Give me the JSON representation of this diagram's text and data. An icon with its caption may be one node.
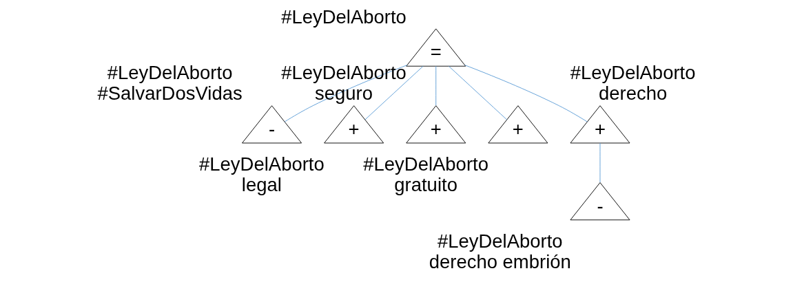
{
  "diagram": {
    "nodes": [
      {
        "text": [
          "="
        ],
        "beside": [
          "#LeyDelAborto"
        ]
      },
      {
        "text": [
          "-"
        ],
        "beside": [
          "#LeyDelAborto #SalvarDosVidas"
        ]
      },
      {
        "text": [
          "+"
        ],
        "beside": [
          "#LeyDelAborto legal"
        ]
      },
      {
        "text": [
          "+"
        ],
        "beside": [
          "#LeyDelAborto seguro"
        ]
      },
      {
        "text": [
          "+"
        ],
        "beside": [
          "#LeyDelAborto gratuito"
        ]
      },
      {
        "text": [
          "+"
        ],
        "beside": [
          "#LeyDelAborto derecho"
        ]
      },
      {
        "text": [
          "-"
        ],
        "beside": [
          "#LeyDelAborto derecho embrión"
        ]
      }
    ],
    "edges": [
      {
        "from": 0,
        "to": 1,
        "arrow": "none"
      },
      {
        "from": 0,
        "to": 2,
        "arrow": "none"
      },
      {
        "from": 0,
        "to": 3,
        "arrow": "none"
      },
      {
        "from": 0,
        "to": 4,
        "arrow": "none"
      },
      {
        "from": 0,
        "to": 5,
        "arrow": "none"
      },
      {
        "from": 5,
        "to": 6,
        "arrow": "none"
      }
    ]
  }
}
